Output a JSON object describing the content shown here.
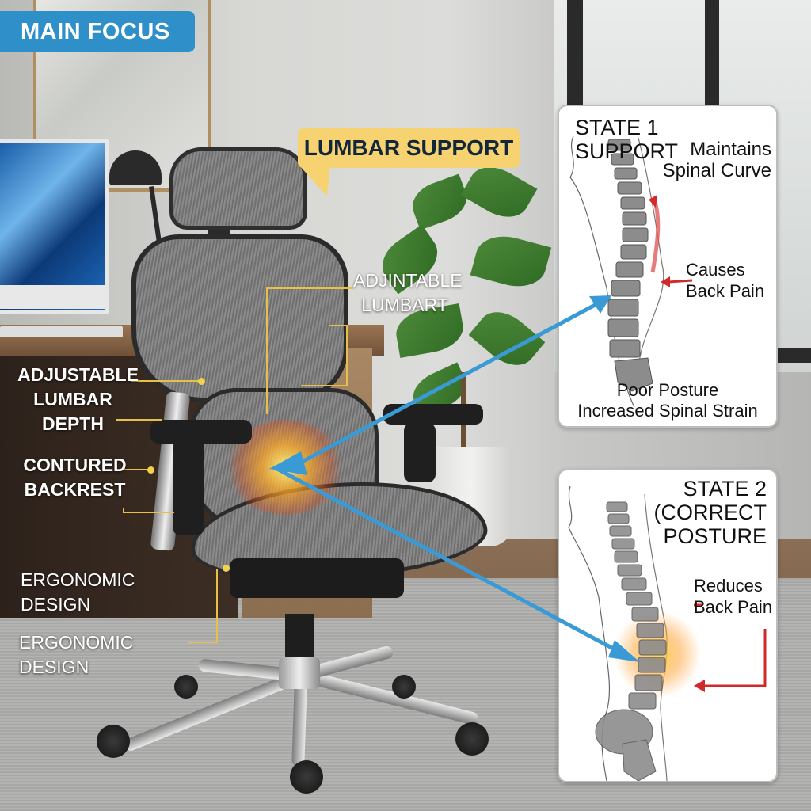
{
  "header": {
    "badge_label": "MAIN FOCUS",
    "badge_color": "#2f8fc8"
  },
  "highlight": {
    "label": "LUMBAR SUPPORT",
    "color": "#f6d271"
  },
  "callouts": [
    {
      "id": "adjustable-lumbart",
      "text_line1": "ADJINTABLE",
      "text_line2": "LUMBART"
    },
    {
      "id": "adjustable-lumbar-depth",
      "text_line1": "ADJUSTABLE",
      "text_line2": "LUMBAR",
      "text_line3": "DEPTH"
    },
    {
      "id": "contured-backrest",
      "text_line1": "CONTURED",
      "text_line2": "BACKREST"
    },
    {
      "id": "ergonomic-design-1",
      "text_line1": "ERGONOMIC DESIGN"
    },
    {
      "id": "ergonomic-design-2",
      "text_line1": "ERGONOMIC DESIGN"
    }
  ],
  "panels": {
    "state1": {
      "title_left": "STATE 1",
      "title_right": "SUPPORT",
      "subtitle_line1": "Maintains",
      "subtitle_line2": "Spinal Curve",
      "note_line1": "Causes",
      "note_line2": "Back Pain",
      "footer_line1": "Poor Posture",
      "footer_line2": "Increased Spinal Strain"
    },
    "state2": {
      "title_line1": "STATE 2 (CORRECT",
      "title_line2": "POSTURE",
      "note_line1": "Reduces",
      "note_line2": "Back Pain"
    }
  },
  "colors": {
    "arrow_blue": "#3a9ad6",
    "arrow_red": "#d22a2a",
    "leader_gold": "#e6c04a",
    "glow_orange": "#ffb030"
  },
  "icons": {
    "lumbar_glow": "glow-hotspot",
    "arrows": "arrow-icon",
    "spine": "spine-illustration"
  }
}
